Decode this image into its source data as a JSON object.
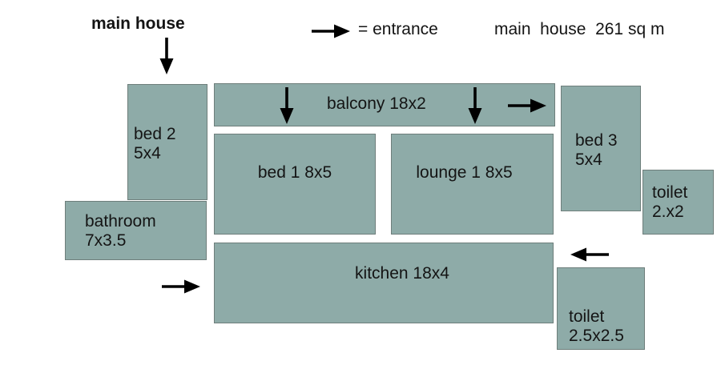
{
  "title": "main house",
  "legend": {
    "entrance": "= entrance",
    "area": "main  house  261 sq m"
  },
  "colors": {
    "background": "#FFFFFF",
    "room_fill": "#8EABA8",
    "room_border": "#6E7E7B",
    "arrow": "#000000",
    "text": "#141414"
  },
  "rooms": {
    "bed2": {
      "name": "bed 2",
      "dims": "5x4"
    },
    "balcony": {
      "label": "balcony 18x2"
    },
    "bed1": {
      "label": "bed 1 8x5"
    },
    "lounge": {
      "label": "lounge 1 8x5"
    },
    "bed3": {
      "name": "bed 3",
      "dims": "5x4"
    },
    "toilet_upper": {
      "name": "toilet",
      "dims": "2.x2"
    },
    "bathroom": {
      "name": "bathroom",
      "dims": "7x3.5"
    },
    "kitchen": {
      "label": "kitchen 18x4"
    },
    "toilet_lower": {
      "name": "toilet",
      "dims": "2.5x2.5"
    }
  }
}
